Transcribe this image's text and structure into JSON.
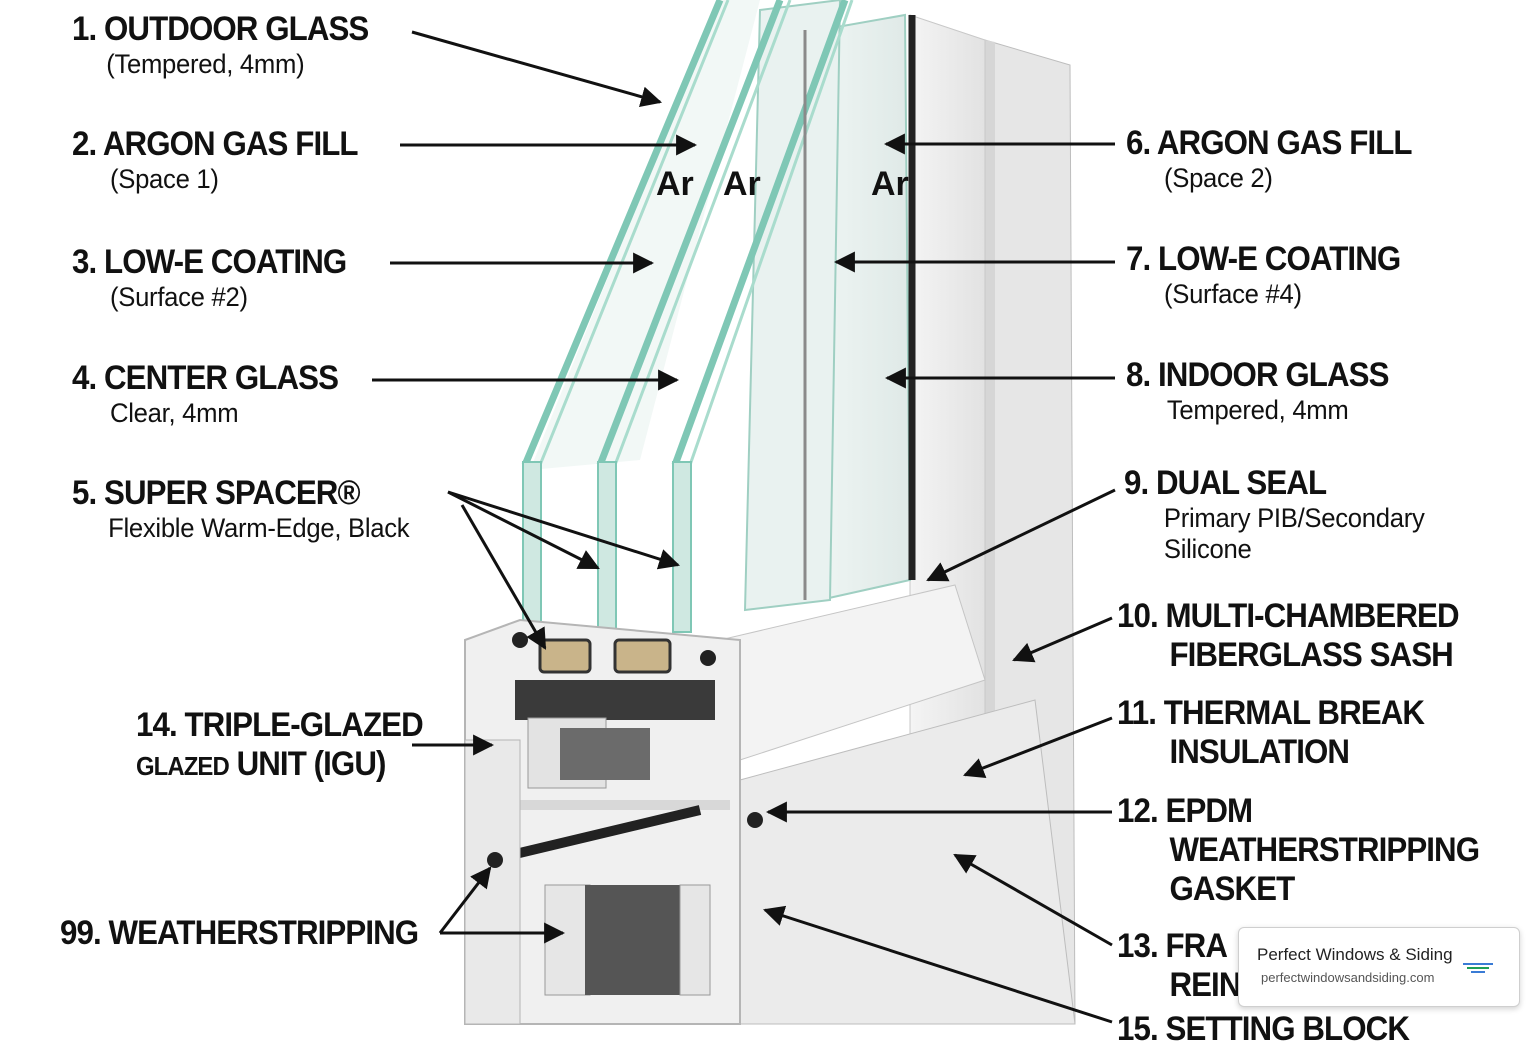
{
  "labels": {
    "l1": {
      "title": "1. OUTDOOR GLASS",
      "sub": "(Tempered, 4mm)"
    },
    "l2": {
      "title": "2. ARGON GAS FILL",
      "sub": "(Space 1)"
    },
    "l3": {
      "title": "3. LOW-E COATING",
      "sub": "(Surface #2)"
    },
    "l4": {
      "title": "4. CENTER GLASS",
      "sub": "Clear, 4mm"
    },
    "l5": {
      "title": "5. SUPER SPACER®",
      "sub": "Flexible Warm-Edge, Black"
    },
    "l6": {
      "title": "6. ARGON GAS FILL",
      "sub": "(Space 2)"
    },
    "l7": {
      "title": "7. LOW-E COATING",
      "sub": "(Surface #4)"
    },
    "l8": {
      "title": "8. INDOOR GLASS",
      "sub": "Tempered, 4mm"
    },
    "l9": {
      "title": "9. DUAL SEAL",
      "sub1": "Primary PIB/Secondary",
      "sub2": "Silicone"
    },
    "l10": {
      "line1": "10. MULTI-CHAMBERED",
      "line2": "FIBERGLASS SASH"
    },
    "l11": {
      "line1": "11. THERMAL BREAK",
      "line2": "INSULATION"
    },
    "l12": {
      "line1": "12. EPDM",
      "line2": "WEATHERSTRIPPING",
      "line3": "GASKET"
    },
    "l13": {
      "line1": "13. FRA",
      "line2": "REIN"
    },
    "l14": {
      "line1": "14. TRIPLE-GLAZED",
      "line2a": "GLAZED",
      "line2b": " UNIT (IGU)"
    },
    "l15": {
      "line1": "15. SETTING BLOCK"
    },
    "l99": {
      "line1": "99. WEATHERSTRIPPING"
    }
  },
  "gas_marks": {
    "a1": "Ar",
    "a2": "Ar",
    "a3": "Ar"
  },
  "badge": {
    "name": "Perfect Windows & Siding",
    "url": "perfectwindowsandsiding.com"
  },
  "colors": {
    "glass_edge": "#7fc7b5",
    "frame": "#eeeeee",
    "spacer": "#c9b48a",
    "arrow": "#111111"
  }
}
